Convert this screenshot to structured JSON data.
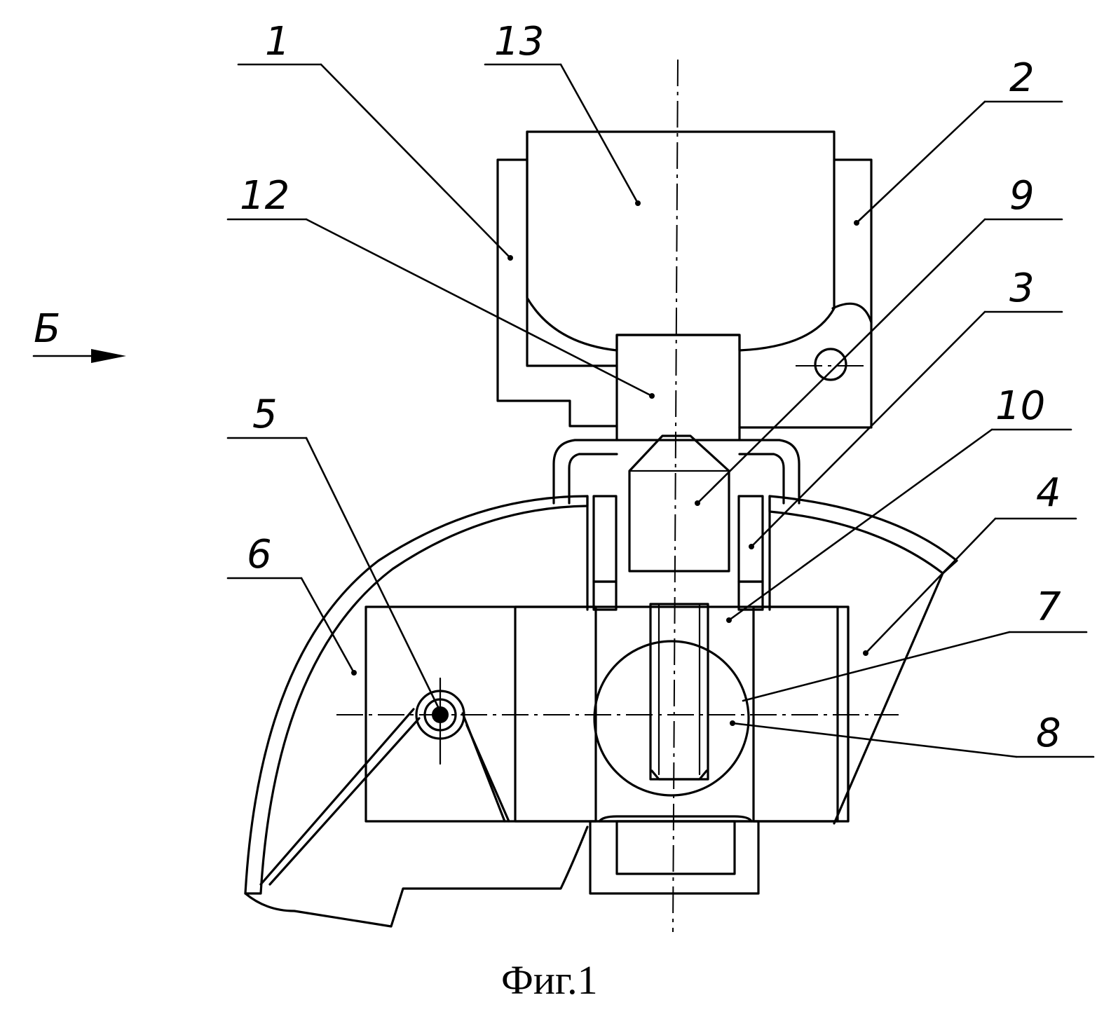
{
  "figure": {
    "caption": "Фиг.1",
    "view_marker": "Б"
  },
  "labels": {
    "l1": "1",
    "l2": "2",
    "l3": "3",
    "l4": "4",
    "l5": "5",
    "l6": "6",
    "l7": "7",
    "l8": "8",
    "l9": "9",
    "l10": "10",
    "l12": "12",
    "l13": "13"
  }
}
